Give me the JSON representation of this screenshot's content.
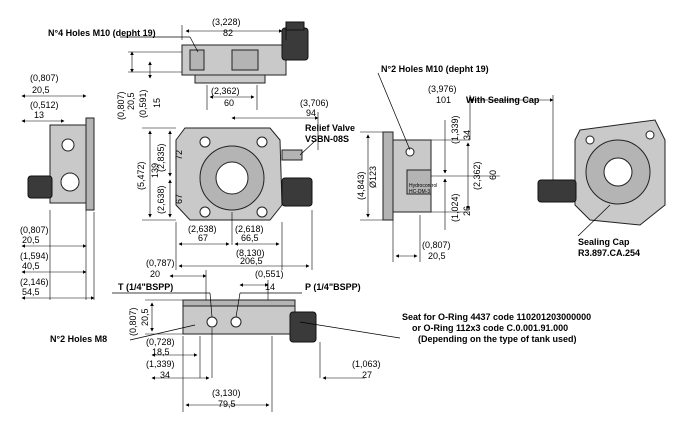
{
  "annotations": {
    "holes_top": "N°4 Holes M10 (depht 19)",
    "holes_side": "N°2 Holes M10 (depht 19)",
    "holes_bottom": "N°2 Holes M8",
    "relief_valve_1": "Relief Valve",
    "relief_valve_2": "VSBN-08S",
    "with_sealing_cap": "With Sealing Cap",
    "sealing_cap_1": "Sealing Cap",
    "sealing_cap_2": "R3.897.CA.254",
    "port_t": "T (1/4\"BSPP)",
    "port_p": "P (1/4\"BSPP)",
    "seat_1": "Seat for O-Ring 4437 code 110201203000000",
    "seat_2": "or O-Ring 112x3 code C.0.001.91.000",
    "seat_3": "(Depending on the type of tank used)",
    "nameplate_1": "Hydrocontrol",
    "nameplate_2": "HC-DM-3"
  },
  "dims": {
    "top_width_in": "(3,228)",
    "top_width_mm": "82",
    "top_inner_in": "(2,362)",
    "top_inner_mm": "60",
    "top_h1_in": "(0,807)",
    "top_h1_mm": "20,5",
    "top_h2_in": "(0,591)",
    "top_h2_mm": "15",
    "left_w1_in": "(0,807)",
    "left_w1_mm": "20,5",
    "left_w2_in": "(0,512)",
    "left_w2_mm": "13",
    "left_b1_in": "(0,807)",
    "left_b1_mm": "20,5",
    "left_b2_in": "(1,594)",
    "left_b2_mm": "40,5",
    "left_b3_in": "(2,146)",
    "left_b3_mm": "54,5",
    "front_h_in": "(5,472)",
    "front_h_mm": "139",
    "front_h2_in": "(2,835)",
    "front_h2_mm": "72",
    "front_h3_in": "(2,638)",
    "front_h3_mm": "67",
    "front_w1_in": "(2,638)",
    "front_w1_mm": "67",
    "front_w2_in": "(2,618)",
    "front_w2_mm": "66,5",
    "front_w_in": "(8,130)",
    "front_w_mm": "206,5",
    "valve_in": "(3,706)",
    "valve_mm": "94",
    "side_dia_in": "(4,843)",
    "side_dia_mm": "Ø123",
    "side_h1_in": "(1,339)",
    "side_h1_mm": "34",
    "side_h2_in": "(2,362)",
    "side_h2_mm": "60",
    "side_h3_in": "(1,024)",
    "side_h3_mm": "26",
    "side_w_in": "(0,807)",
    "side_w_mm": "20,5",
    "right_w_in": "(3,976)",
    "right_w_mm": "101",
    "bot_a_in": "(0,787)",
    "bot_a_mm": "20",
    "bot_b_in": "(0,551)",
    "bot_b_mm": "14",
    "bot_h_in": "(0,807)",
    "bot_h_mm": "20,5",
    "bot_c_in": "(0,728)",
    "bot_c_mm": "18,5",
    "bot_d_in": "(1,339)",
    "bot_d_mm": "34",
    "bot_e_in": "(3,130)",
    "bot_e_mm": "79,5",
    "bot_f_in": "(1,063)",
    "bot_f_mm": "27"
  }
}
